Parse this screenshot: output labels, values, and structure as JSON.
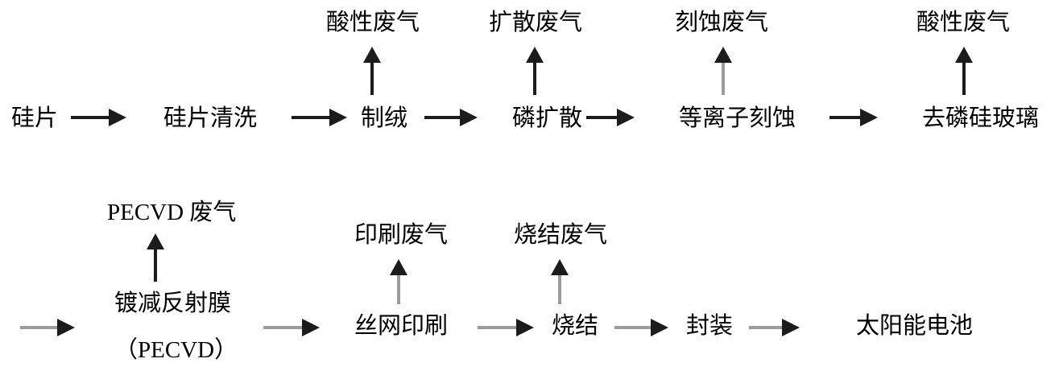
{
  "flow": {
    "row1": {
      "steps": [
        {
          "label": "硅片"
        },
        {
          "label": "硅片清洗"
        },
        {
          "label": "制绒",
          "emission": "酸性废气"
        },
        {
          "label": "磷扩散",
          "emission": "扩散废气"
        },
        {
          "label": "等离子刻蚀",
          "emission": "刻蚀废气"
        },
        {
          "label": "去磷硅玻璃",
          "emission": "酸性废气"
        }
      ]
    },
    "row2": {
      "steps": [
        {
          "label": "镀减反射膜",
          "sublabel": "（PECVD）",
          "emission": "PECVD 废气"
        },
        {
          "label": "丝网印刷",
          "emission": "印刷废气"
        },
        {
          "label": "烧结",
          "emission": "烧结废气"
        },
        {
          "label": "封装"
        },
        {
          "label": "太阳能电池"
        }
      ]
    }
  },
  "colors": {
    "text": "#000000",
    "arrow_dark": "#1c1c1c",
    "arrow_gray": "#9c9c9c"
  }
}
